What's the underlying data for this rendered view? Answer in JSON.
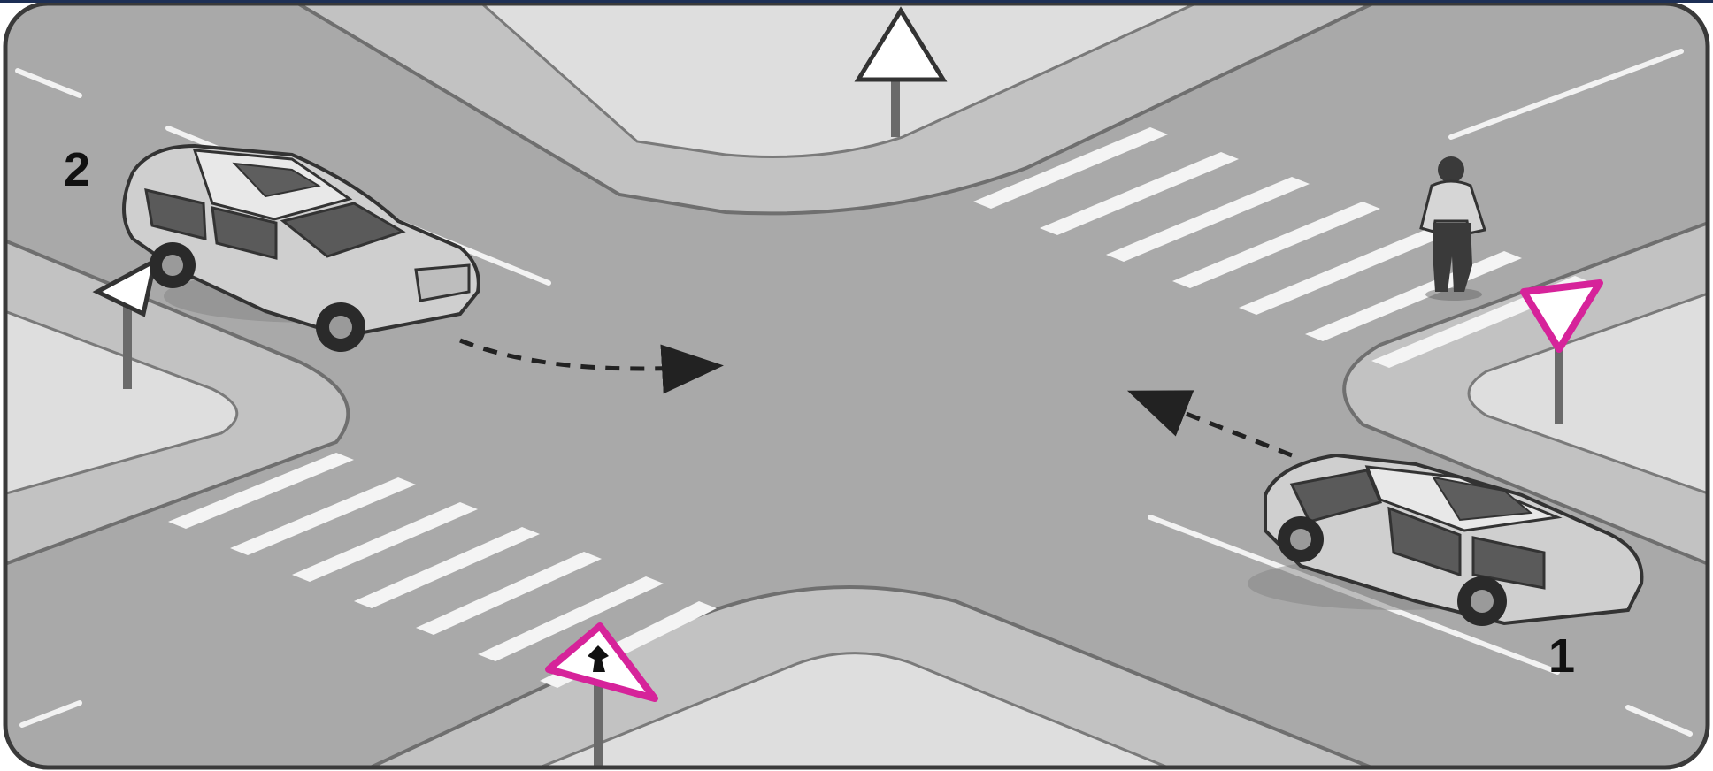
{
  "labels": {
    "car_1": "1",
    "car_2": "2"
  },
  "colors": {
    "road": "#a9a9a9",
    "sidewalk": "#c7c7c7",
    "sidewalk_inner": "#d9d9d9",
    "curb_line": "#7a7a7a",
    "lane_marking": "#f4f4f4",
    "yield_sign_border": "#d6239a",
    "yield_sign_fill": "#ffffff",
    "car_body": "#cfcfcf",
    "car_dark": "#4a4a4a",
    "arrow": "#222222"
  },
  "signs": [
    {
      "id": "north",
      "kind": "main-road-sign",
      "color_border": "#333333"
    },
    {
      "id": "west",
      "kind": "main-road-sign",
      "color_border": "#333333"
    },
    {
      "id": "east",
      "kind": "yield-sign",
      "color_border": "#d6239a"
    },
    {
      "id": "south",
      "kind": "yield-sign-with-symbol",
      "color_border": "#d6239a"
    }
  ],
  "icons": {
    "pedestrian": "person-icon",
    "car": "suv-car-icon",
    "arrow": "dashed-arrow-icon"
  }
}
